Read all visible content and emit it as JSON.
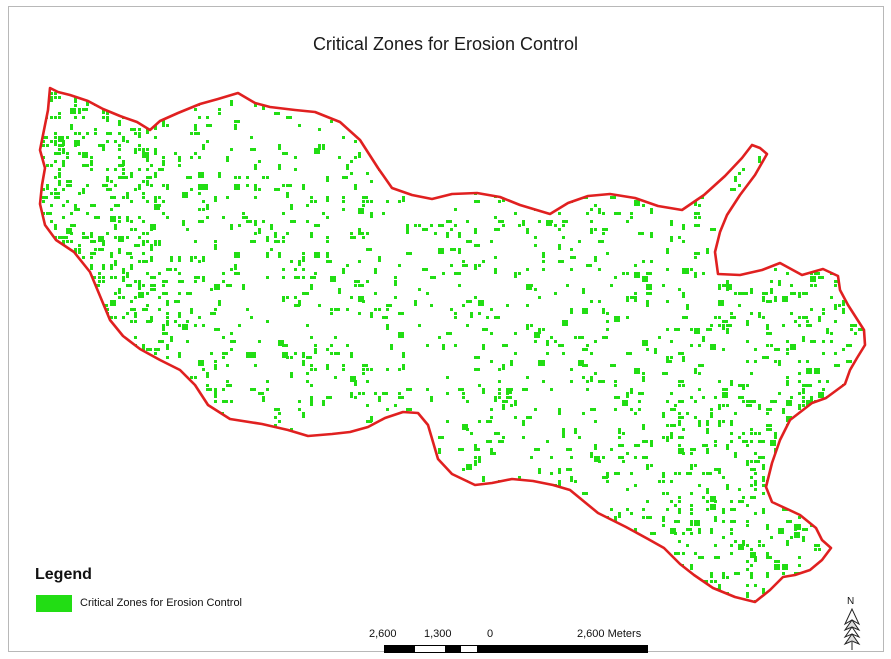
{
  "map": {
    "title": "Critical Zones for Erosion Control",
    "boundary_color": "#e02020",
    "zone_color": "#22dd14"
  },
  "legend": {
    "heading": "Legend",
    "items": [
      {
        "label": "Critical Zones for Erosion Control",
        "color": "#22dd14"
      }
    ]
  },
  "scale_bar": {
    "labels": [
      "2,600",
      "1,300",
      "0",
      "2,600 Meters"
    ]
  },
  "north_arrow": {
    "label": "N"
  }
}
